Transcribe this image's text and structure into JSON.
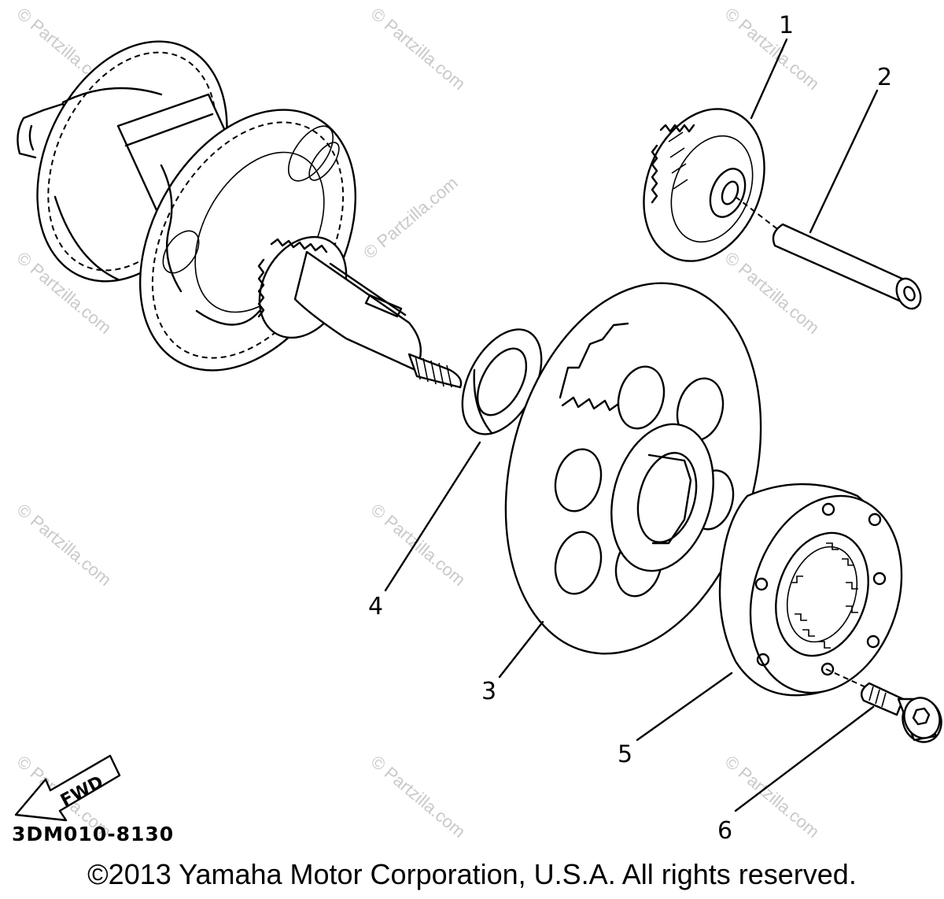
{
  "callouts": [
    "1",
    "2",
    "3",
    "4",
    "5",
    "6"
  ],
  "diagram_code": "3DM010-8130",
  "fwd_label": "FWD",
  "watermark": "© Partzilla.com",
  "copyright": "©2013  Yamaha Motor Corporation, U.S.A. All rights reserved."
}
